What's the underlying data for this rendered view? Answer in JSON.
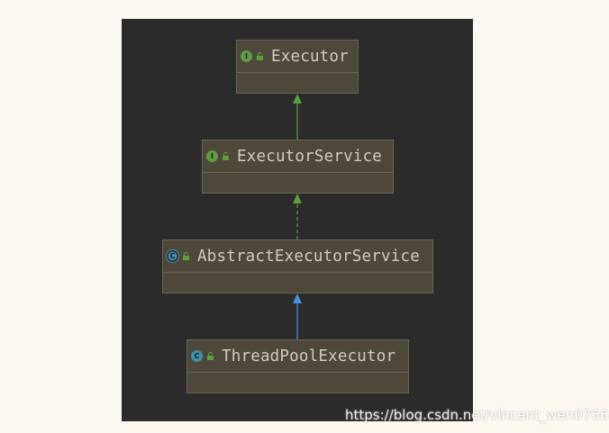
{
  "diagram": {
    "nodes": [
      {
        "id": "executor",
        "name": "Executor",
        "kind": "interface",
        "badge": "I"
      },
      {
        "id": "executor-service",
        "name": "ExecutorService",
        "kind": "interface",
        "badge": "I"
      },
      {
        "id": "abstract-executor-service",
        "name": "AbstractExecutorService",
        "kind": "abstract-class",
        "badge": "C"
      },
      {
        "id": "thread-pool-executor",
        "name": "ThreadPoolExecutor",
        "kind": "class",
        "badge": "C"
      }
    ],
    "edges": [
      {
        "from": "executor-service",
        "to": "executor",
        "type": "extends",
        "color": "#5f9b3f",
        "style": "solid"
      },
      {
        "from": "abstract-executor-service",
        "to": "executor-service",
        "type": "implements",
        "color": "#5f9b3f",
        "style": "dashed"
      },
      {
        "from": "thread-pool-executor",
        "to": "abstract-executor-service",
        "type": "extends",
        "color": "#4a90d9",
        "style": "solid"
      }
    ]
  },
  "watermark": "https://blog.csdn.net/vincent_wen0766",
  "colors": {
    "background": "#2b2b2b",
    "node_fill": "#4e483b",
    "interface_badge": "#5f9b3f",
    "class_badge": "#3f8fa8",
    "interface_edge": "#5f9b3f",
    "class_edge": "#4a90d9"
  }
}
